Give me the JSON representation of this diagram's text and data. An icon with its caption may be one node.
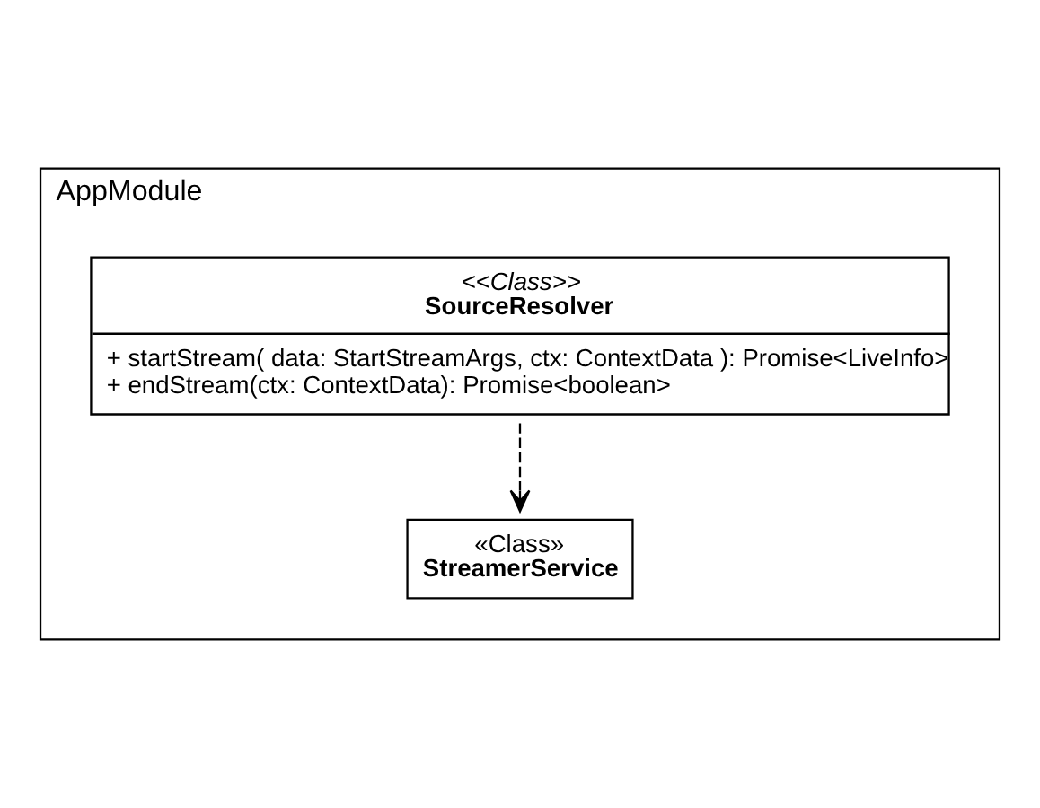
{
  "diagram": {
    "nodes": [
      {
        "text": [
          "AppModule"
        ]
      },
      {
        "text": [
          "<<Class>>",
          "SourceResolver",
          "+ startStream( data: StartStreamArgs, ctx: ContextData ): Promise<LiveInfo>",
          "+ endStream(ctx: ContextData): Promise<boolean>"
        ],
        "in": 0
      },
      {
        "text": [
          "«Class»",
          "StreamerService"
        ],
        "in": 0
      }
    ],
    "edges": [
      {
        "from": 1,
        "to": 2,
        "arrow": "to",
        "style": "dashed"
      }
    ]
  }
}
